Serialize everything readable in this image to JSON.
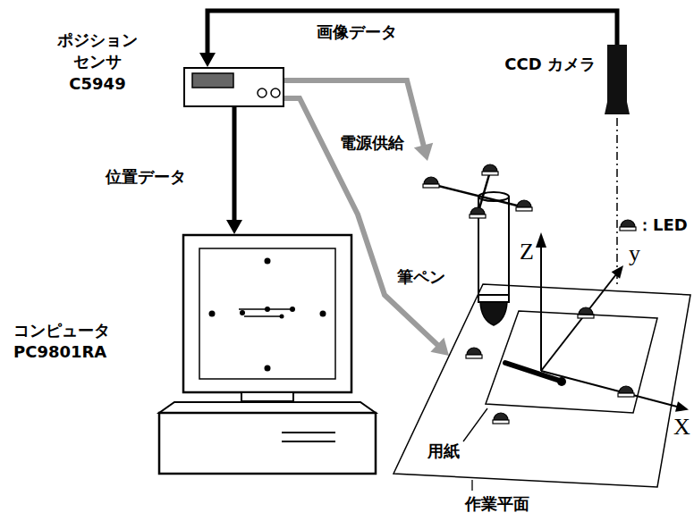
{
  "diagram": {
    "nodes": [
      {
        "text": [
          "CCD カメラ"
        ]
      },
      {
        "text": [
          "ポジション センサ",
          "C5949"
        ]
      },
      {
        "text": [
          "筆ペン"
        ]
      },
      {
        "text": [
          "コンピュータ",
          "PC9801RA"
        ]
      },
      {
        "text": [
          "作業平面"
        ]
      },
      {
        "text": [
          "用紙"
        ],
        "in": 4
      }
    ],
    "edges": [
      {
        "from": 0,
        "to": 1,
        "arrow": "to",
        "label": "画像データ"
      },
      {
        "from": 1,
        "to": 3,
        "arrow": "to",
        "label": "位置データ"
      },
      {
        "from": 1,
        "to": 2,
        "arrow": "to",
        "label": "電源供給"
      },
      {
        "from": 1,
        "to": 4,
        "arrow": "to"
      }
    ],
    "labels": [
      "：LED",
      "Z",
      "y",
      "X"
    ]
  }
}
